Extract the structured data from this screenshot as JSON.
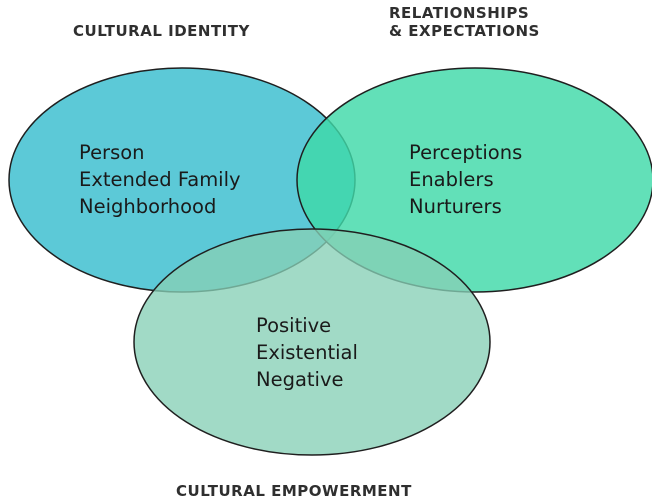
{
  "circles": {
    "cultural_identity": {
      "title": "CULTURAL IDENTITY",
      "items": [
        "Person",
        "Extended Family",
        "Neighborhood"
      ],
      "color": "#45c1d2"
    },
    "relationships": {
      "title_line1": "RELATIONSHIPS",
      "title_line2": "& EXPECTATIONS",
      "items": [
        "Perceptions",
        "Enablers",
        "Nurturers"
      ],
      "color": "#3fd9a8"
    },
    "empowerment": {
      "title": "CULTURAL EMPOWERMENT",
      "items": [
        "Positive",
        "Existential",
        "Negative"
      ],
      "color": "#86cfb6"
    }
  },
  "colors": {
    "outline": "#1f1f1f",
    "identity_relationships_overlap": "#2ac79d",
    "background": "#ffffff"
  }
}
